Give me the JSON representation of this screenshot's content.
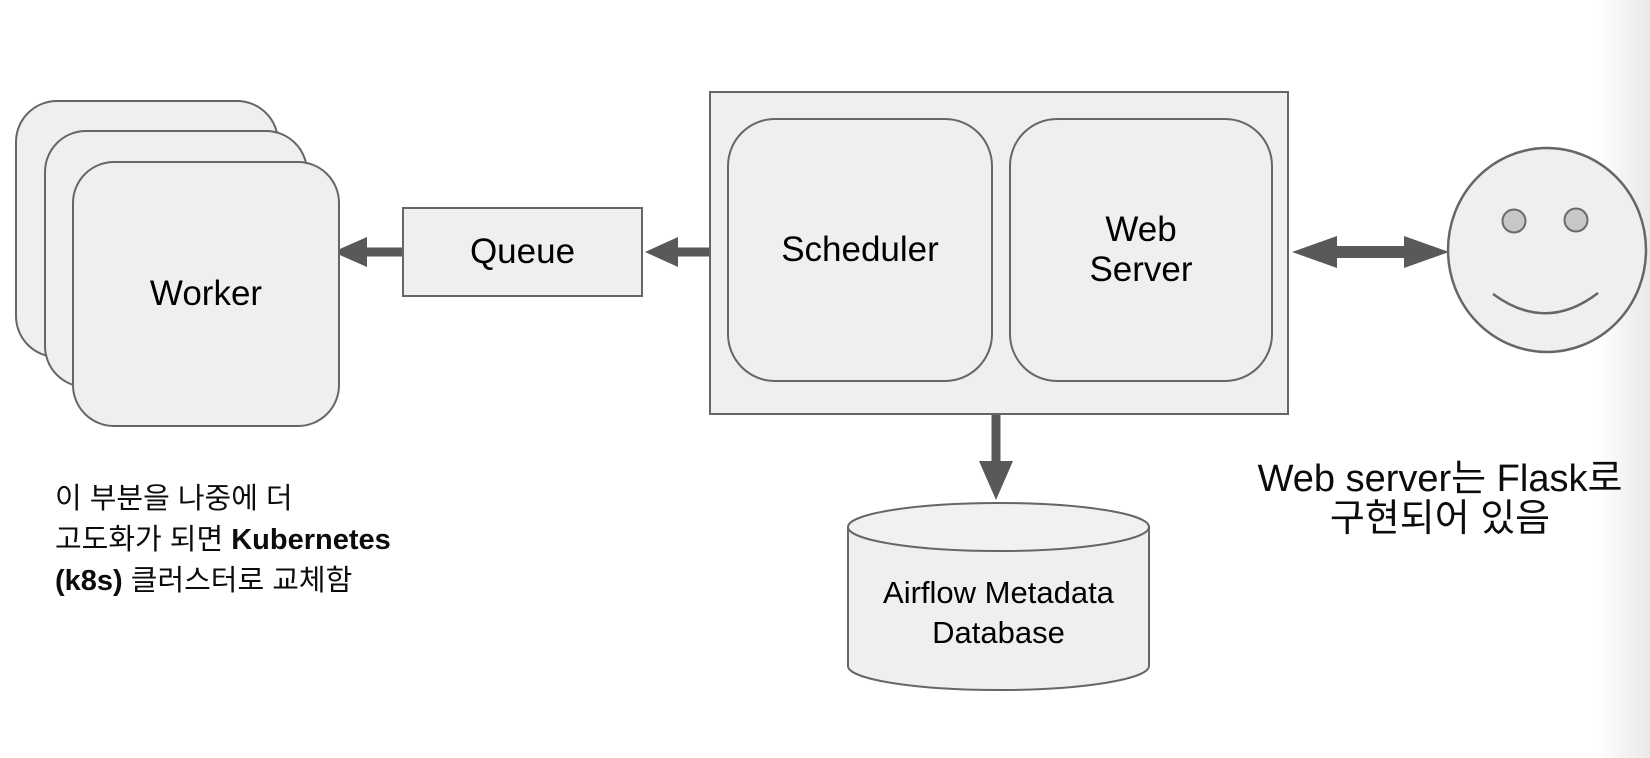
{
  "diagram": {
    "kind": "architecture-diagram",
    "subject": "Airflow components",
    "nodes": {
      "worker": {
        "label": "Worker",
        "stack_count": 3,
        "shape": "stacked rounded squares"
      },
      "queue": {
        "label": "Queue",
        "shape": "rectangle"
      },
      "scheduler": {
        "label": "Scheduler",
        "shape": "rounded square"
      },
      "web_server": {
        "label": "Web\nServer",
        "shape": "rounded square"
      },
      "services_container": {
        "label": "",
        "shape": "rectangle grouping Scheduler and Web Server"
      },
      "database": {
        "line1": "Airflow Metadata",
        "line2": "Database",
        "shape": "cylinder"
      },
      "user": {
        "icon": "smiley-face-icon",
        "shape": "circle with eyes and smile"
      }
    },
    "edges": [
      {
        "from": "queue",
        "to": "worker",
        "type": "arrow"
      },
      {
        "from": "services_container",
        "to": "queue",
        "type": "arrow"
      },
      {
        "from": "services_container",
        "to": "database",
        "type": "arrow"
      },
      {
        "from": "web_server",
        "to": "user",
        "type": "double-arrow"
      }
    ],
    "notes": {
      "left": {
        "line1": "이 부분을 나중에 더",
        "line2_normal": "고도화가 되면 ",
        "line2_bold": "Kubernetes",
        "line3_bold": "(k8s)",
        "line3_normal": " 클러스터로 교체함"
      },
      "right": {
        "line1": "Web server는 Flask로",
        "line2": "구현되어 있음"
      }
    },
    "colors": {
      "background": "#ffffff",
      "shape_fill": "#efefef",
      "shape_border": "#666666",
      "arrow": "#595959",
      "eye_fill": "#c7c7c7",
      "text": "#000000",
      "right_edge_shade": "#e9e9e9"
    }
  }
}
